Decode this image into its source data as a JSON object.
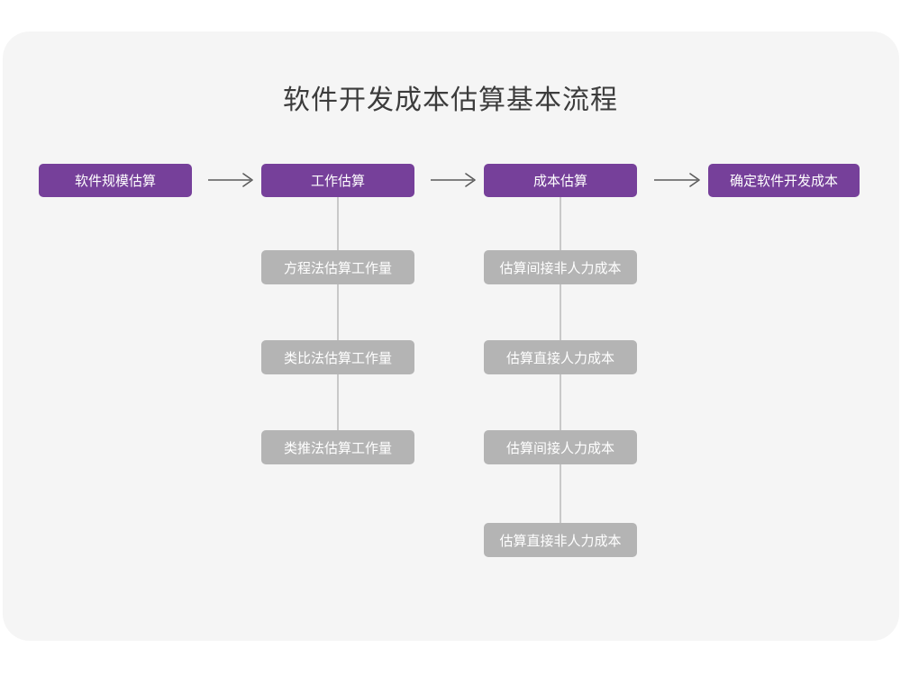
{
  "title": "软件开发成本估算基本流程",
  "colors": {
    "page_background": "#ffffff",
    "card_background": "#f5f5f5",
    "primary_node": "#76409a",
    "secondary_node": "#b4b4b4",
    "connector": "#c9c9c9",
    "arrow": "#5a5a5a",
    "title_text": "#3c3c3c",
    "node_text": "#ffffff"
  },
  "chart_data": {
    "type": "diagram",
    "title": "软件开发成本估算基本流程",
    "orientation": "left-to-right main flow with vertical sub-step chains",
    "main_flow": [
      {
        "id": "step1",
        "label": "软件规模估算"
      },
      {
        "id": "step2",
        "label": "工作估算"
      },
      {
        "id": "step3",
        "label": "成本估算"
      },
      {
        "id": "step4",
        "label": "确定软件开发成本"
      }
    ],
    "arrows": [
      {
        "from": "step1",
        "to": "step2",
        "glyph": "→"
      },
      {
        "from": "step2",
        "to": "step3",
        "glyph": "→"
      },
      {
        "from": "step3",
        "to": "step4",
        "glyph": "→"
      }
    ],
    "sub_steps": [
      {
        "parent": "step2",
        "items": [
          "方程法估算工作量",
          "类比法估算工作量",
          "类推法估算工作量"
        ]
      },
      {
        "parent": "step3",
        "items": [
          "估算间接非人力成本",
          "估算直接人力成本",
          "估算间接人力成本",
          "估算直接非人力成本"
        ]
      }
    ]
  },
  "nodes": {
    "step1": "软件规模估算",
    "step2": "工作估算",
    "step3": "成本估算",
    "step4": "确定软件开发成本",
    "col2": {
      "a": "方程法估算工作量",
      "b": "类比法估算工作量",
      "c": "类推法估算工作量"
    },
    "col3": {
      "a": "估算间接非人力成本",
      "b": "估算直接人力成本",
      "c": "估算间接人力成本",
      "d": "估算直接非人力成本"
    }
  }
}
